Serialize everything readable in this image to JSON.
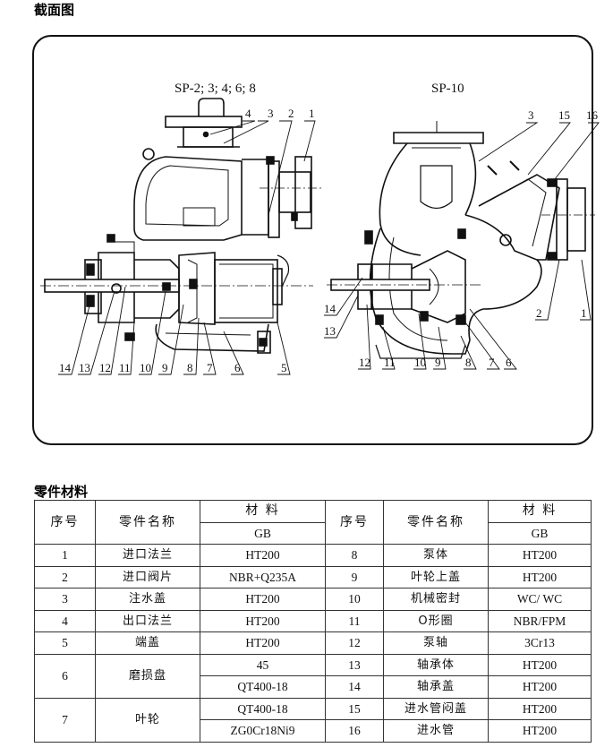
{
  "sections": {
    "cross_section_title": "截面图",
    "parts_title": "零件材料"
  },
  "drawing": {
    "left_caption": "SP-2; 3; 4; 6; 8",
    "right_caption": "SP-10",
    "left_callouts": [
      "4",
      "3",
      "2",
      "1",
      "14",
      "13",
      "12",
      "11",
      "10",
      "9",
      "8",
      "7",
      "6",
      "5"
    ],
    "right_callouts": [
      "3",
      "15",
      "16",
      "14",
      "13",
      "2",
      "1",
      "12",
      "11",
      "10",
      "9",
      "8",
      "7",
      "6"
    ]
  },
  "table": {
    "headers": {
      "seq": "序号",
      "name": "零件名称",
      "material": "材 料",
      "standard": "GB"
    },
    "rows_left": [
      {
        "no": "1",
        "name": "进口法兰",
        "mat": [
          "HT200"
        ]
      },
      {
        "no": "2",
        "name": "进口阀片",
        "mat": [
          "NBR+Q235A"
        ]
      },
      {
        "no": "3",
        "name": "注水盖",
        "mat": [
          "HT200"
        ]
      },
      {
        "no": "4",
        "name": "出口法兰",
        "mat": [
          "HT200"
        ]
      },
      {
        "no": "5",
        "name": "端盖",
        "mat": [
          "HT200"
        ]
      },
      {
        "no": "6",
        "name": "磨损盘",
        "mat": [
          "45",
          "QT400-18"
        ]
      },
      {
        "no": "7",
        "name": "叶轮",
        "mat": [
          "QT400-18",
          "ZG0Cr18Ni9"
        ]
      }
    ],
    "rows_right": [
      {
        "no": "8",
        "name": "泵体",
        "mat": "HT200"
      },
      {
        "no": "9",
        "name": "叶轮上盖",
        "mat": "HT200"
      },
      {
        "no": "10",
        "name": "机械密封",
        "mat": "WC/ WC"
      },
      {
        "no": "11",
        "name": "O形圈",
        "mat": "NBR/FPM"
      },
      {
        "no": "12",
        "name": "泵轴",
        "mat": "3Cr13"
      },
      {
        "no": "13",
        "name": "轴承体",
        "mat": "HT200"
      },
      {
        "no": "14",
        "name": "轴承盖",
        "mat": "HT200"
      },
      {
        "no": "15",
        "name": "进水管闷盖",
        "mat": "HT200"
      },
      {
        "no": "16",
        "name": "进水管",
        "mat": "HT200"
      }
    ]
  }
}
